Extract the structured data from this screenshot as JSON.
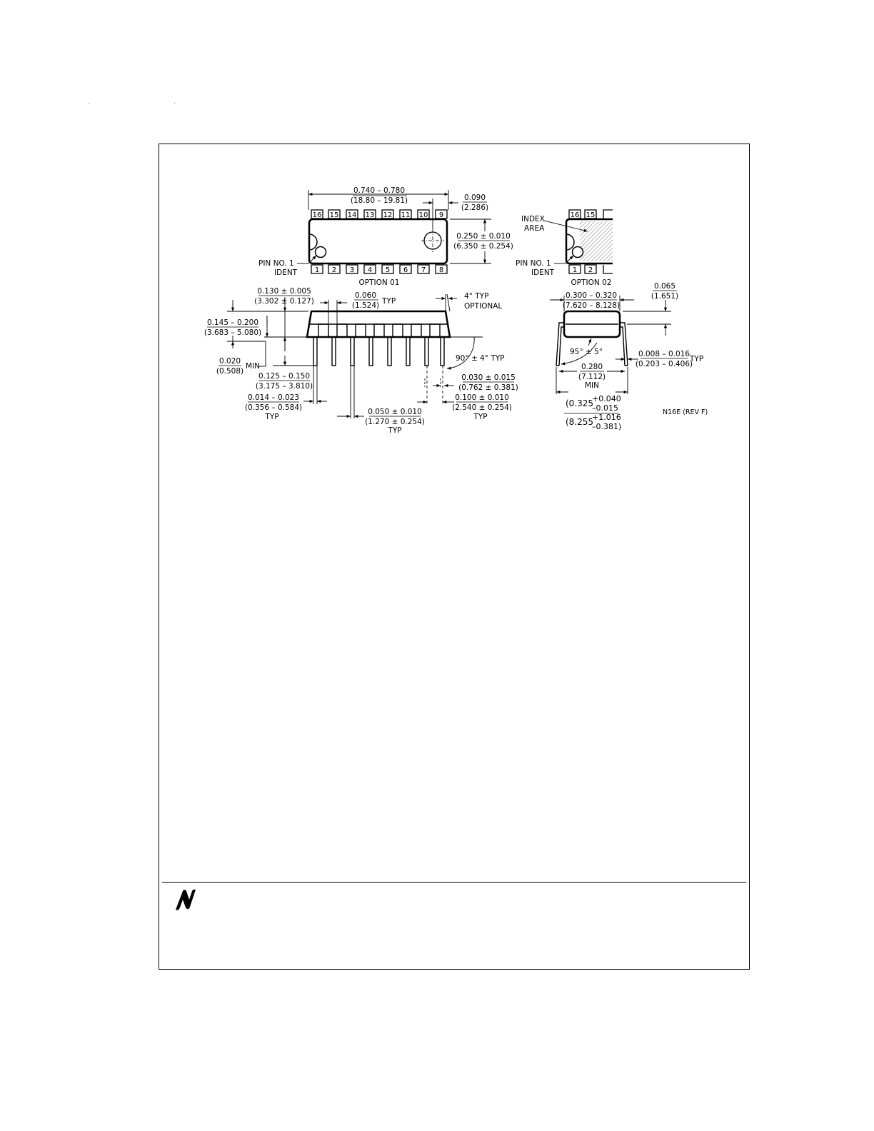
{
  "drawing": {
    "top_view_1": {
      "length": "0.740 – 0.780",
      "length_mm": "(18.80 – 19.81)",
      "end_gap": "0.090",
      "end_gap_mm": "(2.286)",
      "width": "0.250 ± 0.010",
      "width_mm": "(6.350 ± 0.254)",
      "pin_ident": [
        "PIN NO. 1",
        "IDENT"
      ],
      "caption": "OPTION 01",
      "top_pins": [
        "16",
        "15",
        "14",
        "13",
        "12",
        "11",
        "10",
        "9"
      ],
      "bottom_pins": [
        "1",
        "2",
        "3",
        "4",
        "5",
        "6",
        "7",
        "8"
      ]
    },
    "top_view_2": {
      "index_area": [
        "INDEX",
        "AREA"
      ],
      "pin_ident": [
        "PIN NO. 1",
        "IDENT"
      ],
      "caption": "OPTION 02",
      "top_pins": [
        "16",
        "15"
      ],
      "bottom_pins": [
        "1",
        "2"
      ]
    },
    "side_view": {
      "body_h": "0.130 ± 0.005",
      "body_h_mm": "(3.302 ± 0.127)",
      "total_h": "0.145 – 0.200",
      "total_h_mm": "(3.683 – 5.080)",
      "standoff": "0.020",
      "standoff_mm": "(0.508)",
      "standoff_note": "MIN",
      "lead_len": "0.125 – 0.150",
      "lead_len_mm": "(3.175 – 3.810)",
      "lead_w": "0.014 – 0.023",
      "lead_w_mm": "(0.356 – 0.584)",
      "lead_w_note": "TYP",
      "shoulder": "0.060",
      "shoulder_mm": "(1.524)",
      "shoulder_note": "TYP",
      "draft": "4° TYP",
      "draft_note": "OPTIONAL",
      "lead_angle": "90° ± 4° TYP",
      "end_lead": "0.030 ± 0.015",
      "end_lead_mm": "(0.762 ± 0.381)",
      "pitch": "0.050 ± 0.010",
      "pitch_mm": "(1.270 ± 0.254)",
      "pitch_note": "TYP",
      "row_pitch": "0.100 ± 0.010",
      "row_pitch_mm": "(2.540 ± 0.254)",
      "row_pitch_note": "TYP"
    },
    "end_view": {
      "body_w": "0.300 – 0.320",
      "body_w_mm": "(7.620 – 8.128)",
      "lead_offset": "0.065",
      "lead_offset_mm": "(1.651)",
      "angle": "95° ± 5°",
      "lead_t": "0.008 – 0.016",
      "lead_t_mm": "(0.203 – 0.406)",
      "lead_t_note": "TYP",
      "min_span": "0.280",
      "min_span_mm": "(7.112)",
      "min_span_note": "MIN",
      "span_nom": "(0.325",
      "span_tol_plus": "+0.040",
      "span_tol_minus": "–0.015",
      "span_nom_mm": "(8.255",
      "span_tol_plus_mm": "+1.016",
      "span_tol_minus_mm": "–0.381)"
    },
    "drawing_id": "N16E (REV F)"
  }
}
